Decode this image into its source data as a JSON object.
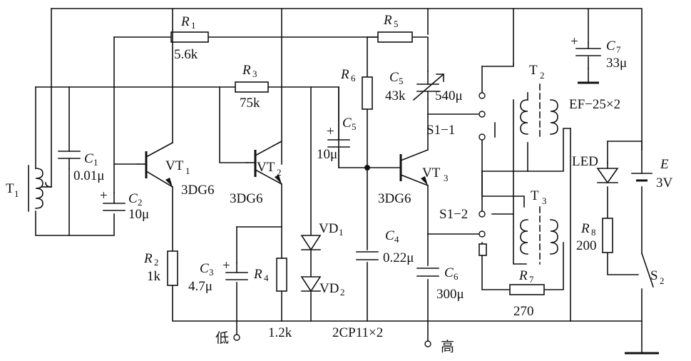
{
  "components": {
    "r1": {
      "name": "R",
      "sub": "1",
      "value": "5.6k"
    },
    "r2": {
      "name": "R",
      "sub": "2",
      "value": "1k"
    },
    "r3": {
      "name": "R",
      "sub": "3",
      "value": "75k"
    },
    "r4": {
      "name": "R",
      "sub": "4",
      "value": "1.2k"
    },
    "r5": {
      "name": "R",
      "sub": "5"
    },
    "r6": {
      "name": "R",
      "sub": "6",
      "value": "43k"
    },
    "r7": {
      "name": "R",
      "sub": "7",
      "value": "270"
    },
    "r8": {
      "name": "R",
      "sub": "8",
      "value": "200"
    },
    "c1": {
      "name": "C",
      "sub": "1",
      "value": "0.01μ"
    },
    "c2": {
      "name": "C",
      "sub": "2",
      "value": "10μ"
    },
    "c3": {
      "name": "C",
      "sub": "3",
      "value": "4.7μ"
    },
    "c4": {
      "name": "C",
      "sub": "4",
      "value": "0.22μ"
    },
    "c5a": {
      "name": "C",
      "sub": "5",
      "value": "540μ"
    },
    "c5b": {
      "name": "C",
      "sub": "5",
      "value": "10μ"
    },
    "c6": {
      "name": "C",
      "sub": "6",
      "value": "300μ"
    },
    "c7": {
      "name": "C",
      "sub": "7",
      "value": "33μ"
    },
    "vt1": {
      "name": "VT",
      "sub": "1",
      "value": "3DG6"
    },
    "vt2": {
      "name": "VT",
      "sub": "2",
      "value": "3DG6"
    },
    "vt3": {
      "name": "VT",
      "sub": "3",
      "value": "3DG6"
    },
    "vd1": {
      "name": "VD",
      "sub": "1"
    },
    "vd2": {
      "name": "VD",
      "sub": "2"
    },
    "diode_type": "2CP11×2",
    "t1": {
      "name": "T",
      "sub": "1"
    },
    "t2": {
      "name": "T",
      "sub": "2",
      "value": "EF−25×2"
    },
    "t3": {
      "name": "T",
      "sub": "3"
    },
    "s1_1": "S1−1",
    "s1_2": "S1−2",
    "s2": {
      "name": "S",
      "sub": "2"
    },
    "led": "LED",
    "battery": {
      "name": "E",
      "value": "3V"
    },
    "plus": "+",
    "term_low": "低",
    "term_high": "高"
  }
}
